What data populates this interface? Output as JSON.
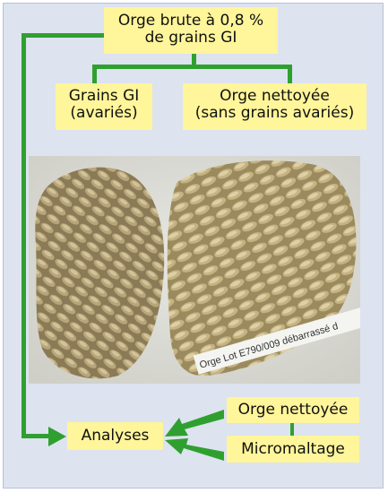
{
  "colors": {
    "panel": "#dde3ef",
    "box": "#fff59a",
    "connector": "#2fa02f"
  },
  "top_box": {
    "line1": "Orge brute à 0,8 %",
    "line2": "de grains GI"
  },
  "grains_gi_box": {
    "line1": "Grains GI",
    "line2": "(avariés)"
  },
  "orge_nettoyee_top_box": {
    "line1": "Orge nettoyée",
    "line2": "(sans grains avariés)"
  },
  "photo": {
    "label_text": "Orge Lot E790/009 débarrassé d"
  },
  "analyses_box": {
    "label": "Analyses"
  },
  "orge_nettoyee_bottom_box": {
    "label": "Orge nettoyée"
  },
  "micromaltage_box": {
    "label": "Micromaltage"
  }
}
